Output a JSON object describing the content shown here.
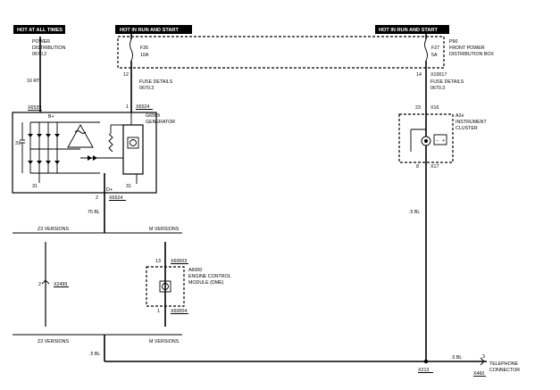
{
  "headers": {
    "hot_always": "HOT AT ALL TIMES",
    "hot_run_start_left": "HOT IN RUN AND START",
    "hot_run_start_right": "HOT IN RUN AND START"
  },
  "power_distribution": {
    "line1": "POWER",
    "line2": "DISTRIBUTION",
    "ref": "0670.2"
  },
  "wire_16rt": "16 RT",
  "fuse_f26": {
    "id": "F26",
    "rating": "10A",
    "pin": "12"
  },
  "fuse_f27": {
    "id": "F27",
    "rating": "5A",
    "pin": "14"
  },
  "p90": {
    "id": "P90",
    "line1": "FRONT POWER",
    "line2": "DISTRIBUTION BOX"
  },
  "fuse_details_left": {
    "label": "FUSE DETAILS",
    "ref": "0670.3"
  },
  "fuse_details_right": {
    "label": "FUSE DETAILS",
    "ref": "0670.3"
  },
  "x10017": "X10017",
  "generator": {
    "id": "G6509",
    "name": "GENERATOR",
    "top_connector": "X6539",
    "b_plus": "B+",
    "pin_1": "1",
    "x6524_top": "X6524",
    "d_plus": "D+",
    "ground_31a": "31",
    "ground_31b": "31",
    "ground_31c": "31",
    "pin_2": "2",
    "x6524_bottom": "X6524"
  },
  "wire_75bl": "75 BL",
  "instrument_cluster": {
    "id": "A2e",
    "line1": "INSTRUMENT",
    "line2": "CLUSTER",
    "pin_top": "23",
    "conn_top": "X16",
    "pin_bottom": "8",
    "conn_bottom": "X17",
    "lamp_minus": "−",
    "lamp_plus": "+"
  },
  "wire_5bl_right": ".5 BL",
  "z3_top": "Z3 VERSIONS",
  "m_top": "M VERSIONS",
  "z3_bottom": "Z3 VERSIONS",
  "m_bottom": "M VERSIONS",
  "x2499": {
    "pin": "2",
    "id": "X2499"
  },
  "ecm": {
    "id": "A6000",
    "line1": "ENGINE CONTROL",
    "line2": "MODULE (DME)",
    "pin_top": "13",
    "conn_top": "X60003",
    "pin_bottom": "1",
    "conn_bottom": "X60004"
  },
  "wire_5bl_bottom_left": ".5 BL",
  "wire_5bl_bottom_right": ".5 BL",
  "splice_x213": "X213",
  "telephone": {
    "pin": "3",
    "line1": "TELEPHONE",
    "line2": "CONNECTOR",
    "id": "X460"
  }
}
